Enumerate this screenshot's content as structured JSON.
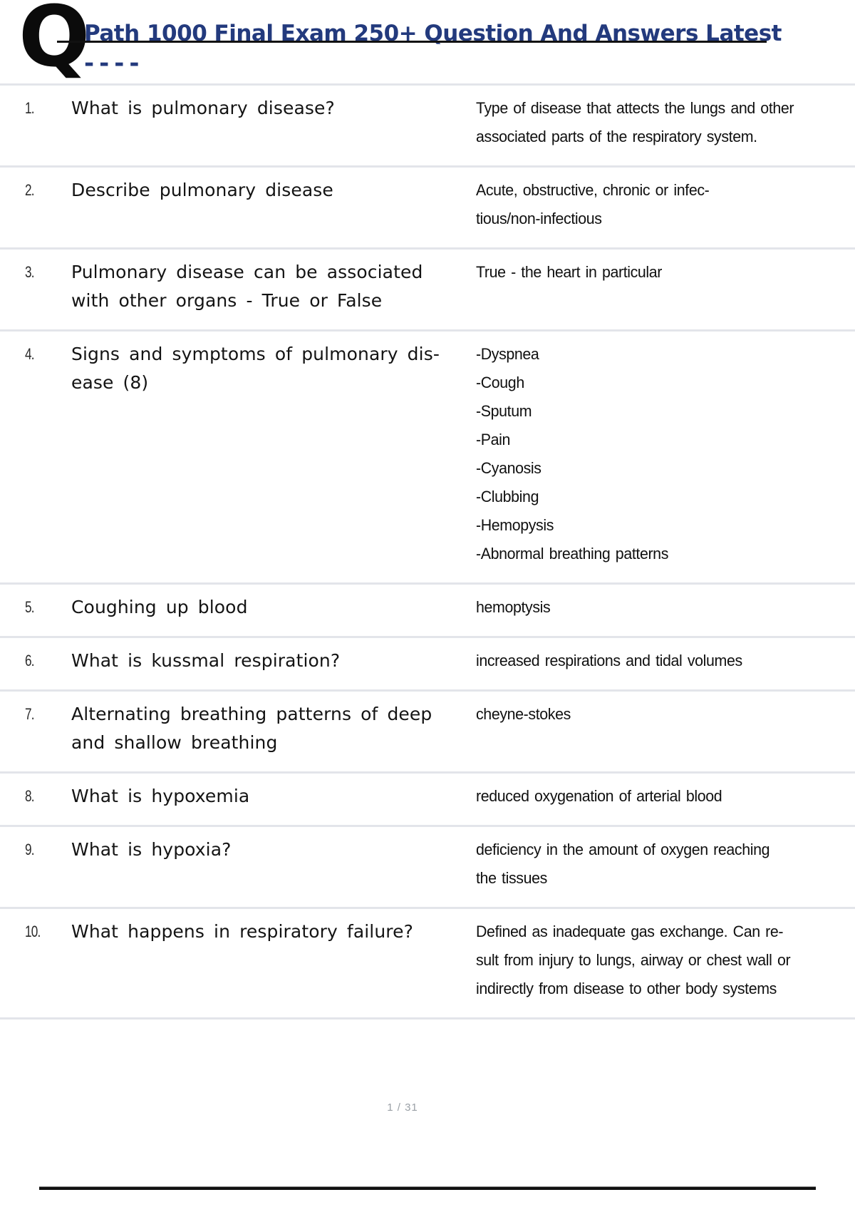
{
  "header": {
    "logo_letter": "Q",
    "title": "Path 1000 Final Exam 250+ Question And Answers Latest",
    "title_line2": "----",
    "title_color": "#233a7d",
    "strikethrough_color": "#111111"
  },
  "rows": [
    {
      "num": "1.",
      "question_lines": [
        "What is pulmonary disease?"
      ],
      "answer_lines": [
        "Type of disease that attects the lungs and other",
        "associated parts of the respiratory system."
      ]
    },
    {
      "num": "2.",
      "question_lines": [
        "Describe pulmonary disease"
      ],
      "answer_lines": [
        "Acute, obstructive, chronic or infec-",
        "tious/non-infectious"
      ]
    },
    {
      "num": "3.",
      "question_lines": [
        "Pulmonary disease can be associated",
        "with other organs - True or False"
      ],
      "answer_lines": [
        "True - the heart in particular"
      ]
    },
    {
      "num": "4.",
      "question_lines": [
        "Signs and symptoms of pulmonary dis-",
        "ease (8)"
      ],
      "answer_lines": [
        "-Dyspnea",
        "-Cough",
        "-Sputum",
        "-Pain",
        "-Cyanosis",
        "-Clubbing",
        "-Hemopysis",
        "-Abnormal breathing patterns"
      ]
    },
    {
      "num": "5.",
      "question_lines": [
        "Coughing up blood"
      ],
      "answer_lines": [
        "hemoptysis"
      ]
    },
    {
      "num": "6.",
      "question_lines": [
        "What is kussmal respiration?"
      ],
      "answer_lines": [
        "increased respirations and tidal volumes"
      ]
    },
    {
      "num": "7.",
      "question_lines": [
        "Alternating breathing patterns of deep",
        "and shallow breathing"
      ],
      "answer_lines": [
        "cheyne-stokes"
      ]
    },
    {
      "num": "8.",
      "question_lines": [
        "What is hypoxemia"
      ],
      "answer_lines": [
        "reduced oxygenation of arterial blood"
      ]
    },
    {
      "num": "9.",
      "question_lines": [
        "What is hypoxia?"
      ],
      "answer_lines": [
        "deficiency in the amount of oxygen reaching",
        "the tissues"
      ]
    },
    {
      "num": "10.",
      "question_lines": [
        "What happens in respiratory failure?"
      ],
      "answer_lines": [
        "Defined as inadequate gas exchange. Can re-",
        "sult from injury to lungs, airway or chest wall or",
        "indirectly from disease to other body systems"
      ]
    }
  ],
  "footer": {
    "page_indicator": "1 / 31"
  }
}
